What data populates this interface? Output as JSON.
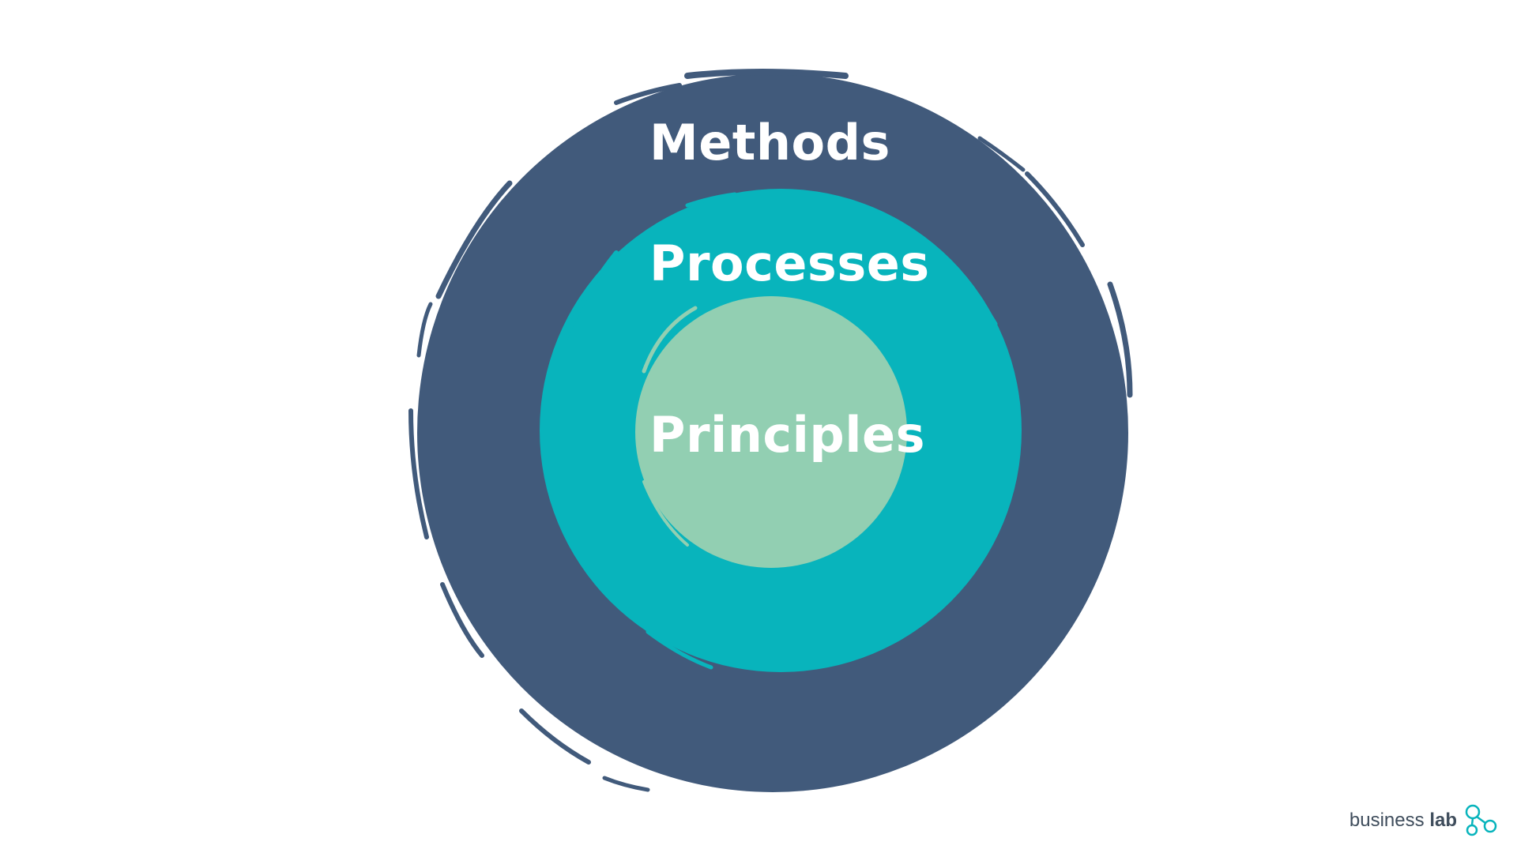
{
  "diagram": {
    "layers": [
      {
        "label": "Methods",
        "color": "#415a7b"
      },
      {
        "label": "Processes",
        "color": "#08b4bc"
      },
      {
        "label": "Principles",
        "color": "#92cfb2"
      }
    ]
  },
  "logo": {
    "text_regular": "business",
    "text_bold": "lab",
    "icon": "molecule-icon",
    "accent_color": "#08b4bc"
  },
  "colors": {
    "background": "#ffffff",
    "label_text": "#ffffff"
  }
}
